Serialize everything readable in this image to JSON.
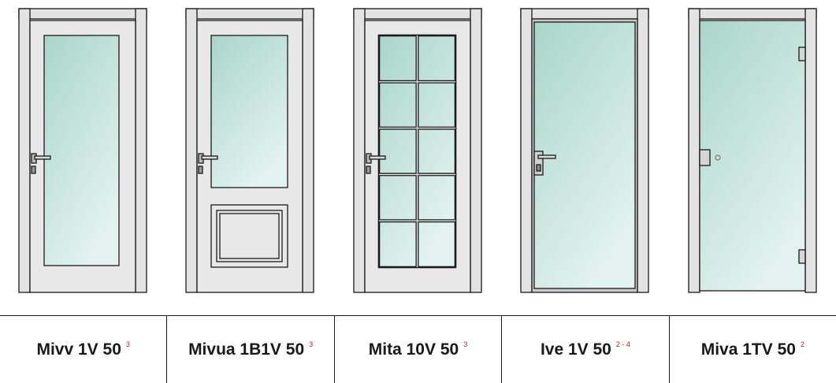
{
  "doors": [
    {
      "name": "Mivv 1V 50",
      "note": "3"
    },
    {
      "name": "Mivua 1B1V 50",
      "note": "3"
    },
    {
      "name": "Mita 10V 50",
      "note": "3"
    },
    {
      "name": "Ive 1V 50",
      "note": "2 - 4"
    },
    {
      "name": "Miva 1TV 50",
      "note": "2"
    }
  ],
  "colors": {
    "frame": "#e3e3e3",
    "outline": "#1a1a1a",
    "glass_top": "#a9d6c8",
    "glass_bottom": "#e3f2ee",
    "note": "#c0202a"
  }
}
